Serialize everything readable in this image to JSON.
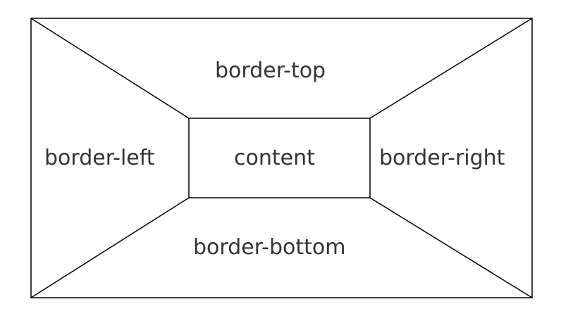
{
  "regions": {
    "top": "border-top",
    "left": "border-left",
    "content": "content",
    "right": "border-right",
    "bottom": "border-bottom"
  },
  "colors": {
    "stroke": "#000000",
    "text": "#333333",
    "background": "#ffffff"
  }
}
